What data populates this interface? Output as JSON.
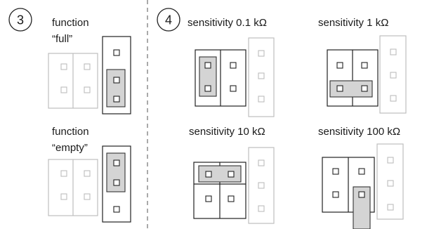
{
  "step3": {
    "number": "3",
    "function_full": {
      "line1": "function",
      "line2": "“full”"
    },
    "function_empty": {
      "line1": "function",
      "line2": "“empty”"
    }
  },
  "step4": {
    "number": "4",
    "sensitivity_01": "sensitivity 0.1 kΩ",
    "sensitivity_1": "sensitivity 1 kΩ",
    "sensitivity_10": "sensitivity 10 kΩ",
    "sensitivity_100": "sensitivity 100 kΩ"
  },
  "colors": {
    "dark_line": "#222222",
    "light_line": "#bdbdbd",
    "jumper_fill": "#d4d4d4"
  }
}
